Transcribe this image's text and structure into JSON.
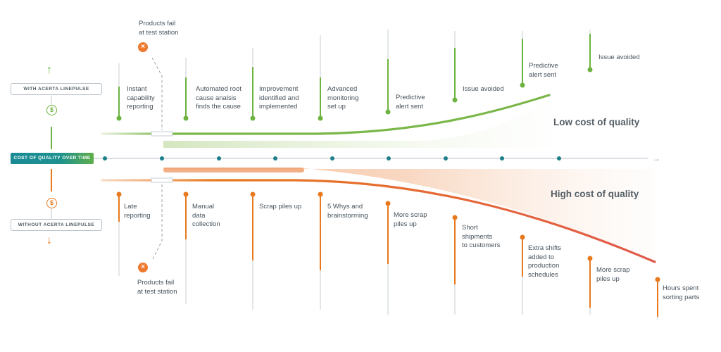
{
  "colors": {
    "green": "#6cb33f",
    "orange": "#e8791e",
    "teal": "#1d7e8c",
    "grey": "#c7cdd2",
    "red": "#e15a4b"
  },
  "icons": {
    "up_arrow": "↑",
    "down_arrow": "↓",
    "dollar": "$",
    "fail": "×",
    "axis_arrow": "→"
  },
  "legend": {
    "with_label": "WITH ACERTA LINEPULSE",
    "axis_label": "COST OF QUALITY OVER TIME",
    "without_label": "WITHOUT ACERTA LINEPULSE"
  },
  "outcomes": {
    "low": "Low cost of quality",
    "high": "High cost of quality"
  },
  "fail_events": {
    "top": "Products fail\nat test station",
    "bottom": "Products fail\nat test station"
  },
  "with_events": [
    "Instant\ncapability\nreporting",
    "Automated root\ncause analsis\nfinds the cause",
    "Improvement\nidentified and\nimplemented",
    "Advanced\nmonitoring\nset up",
    "Predictive\nalert sent",
    "Issue avoided",
    "Predictive\nalert sent",
    "Issue avoided"
  ],
  "without_events": [
    "Late\nreporting",
    "Manual\ndata\ncollection",
    "Scrap piles up",
    "5 Whys and\nbrainstorming",
    "More scrap\npiles up",
    "Short\nshipments\nto customers",
    "Extra shifts\nadded to\nproduction\nschedules",
    "More scrap\npiles up",
    "Hours spent\nsorting parts"
  ]
}
